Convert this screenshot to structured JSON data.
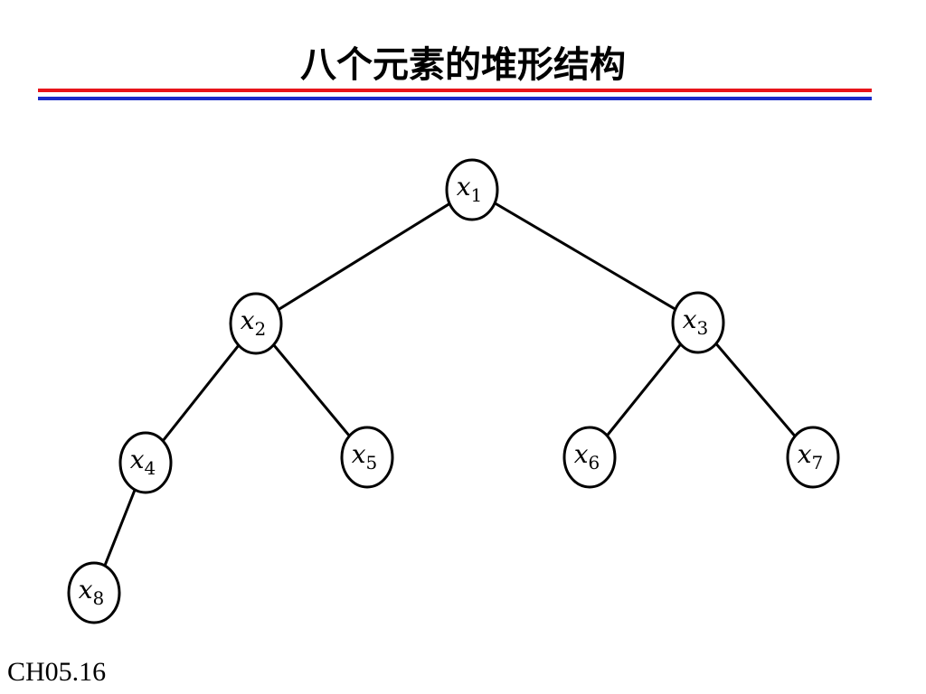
{
  "slide": {
    "title": "八个元素的堆形结构",
    "footer": "CH05.16"
  },
  "colors": {
    "rule_top": "#e8141a",
    "rule_bottom": "#1a2bc8",
    "ink": "#000000"
  },
  "tree": {
    "nodes": [
      {
        "id": "x1",
        "base": "x",
        "sub": "1"
      },
      {
        "id": "x2",
        "base": "x",
        "sub": "2"
      },
      {
        "id": "x3",
        "base": "x",
        "sub": "3"
      },
      {
        "id": "x4",
        "base": "x",
        "sub": "4"
      },
      {
        "id": "x5",
        "base": "x",
        "sub": "5"
      },
      {
        "id": "x6",
        "base": "x",
        "sub": "6"
      },
      {
        "id": "x7",
        "base": "x",
        "sub": "7"
      },
      {
        "id": "x8",
        "base": "x",
        "sub": "8"
      }
    ],
    "edges": [
      [
        "x1",
        "x2"
      ],
      [
        "x1",
        "x3"
      ],
      [
        "x2",
        "x4"
      ],
      [
        "x2",
        "x5"
      ],
      [
        "x3",
        "x6"
      ],
      [
        "x3",
        "x7"
      ],
      [
        "x4",
        "x8"
      ]
    ]
  }
}
